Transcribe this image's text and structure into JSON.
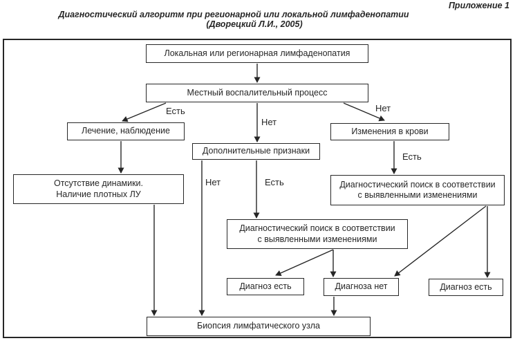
{
  "header": {
    "appendix": "Приложение 1",
    "title_line1": "Диагностический алгоритм при регионарной или локальной лимфаденопатии",
    "title_line2": "(Дворецкий Л.И., 2005)"
  },
  "flowchart": {
    "nodes": {
      "local_regional_lymphadenopathy": "Локальная или регионарная лимфаденопатия",
      "local_inflammatory_process": "Местный воспалительный процесс",
      "treatment_observation": "Лечение, наблюдение",
      "blood_changes": "Изменения в крови",
      "additional_signs": "Дополнительные признаки",
      "no_dynamics": {
        "line1": "Отсутствие динамики.",
        "line2": "Наличие плотных ЛУ"
      },
      "diagnostic_search_blood": {
        "line1": "Диагностический поиск в соответствии",
        "line2": "с выявленными изменениями"
      },
      "diagnostic_search_signs": {
        "line1": "Диагностический поиск в соответствии",
        "line2": "с выявленными изменениями"
      },
      "diagnosis_found_mid": "Диагноз есть",
      "diagnosis_not_found": "Диагноза нет",
      "diagnosis_found_right": "Диагноз есть",
      "biopsy": "Биопсия лимфатического узла"
    },
    "edge_labels": {
      "inflammation_yes": "Есть",
      "inflammation_no_down": "Нет",
      "inflammation_no_right": "Нет",
      "blood_changes_yes": "Есть",
      "additional_signs_no": "Нет",
      "additional_signs_yes": "Есть"
    }
  },
  "colors": {
    "ink": "#262626",
    "background": "#ffffff"
  }
}
